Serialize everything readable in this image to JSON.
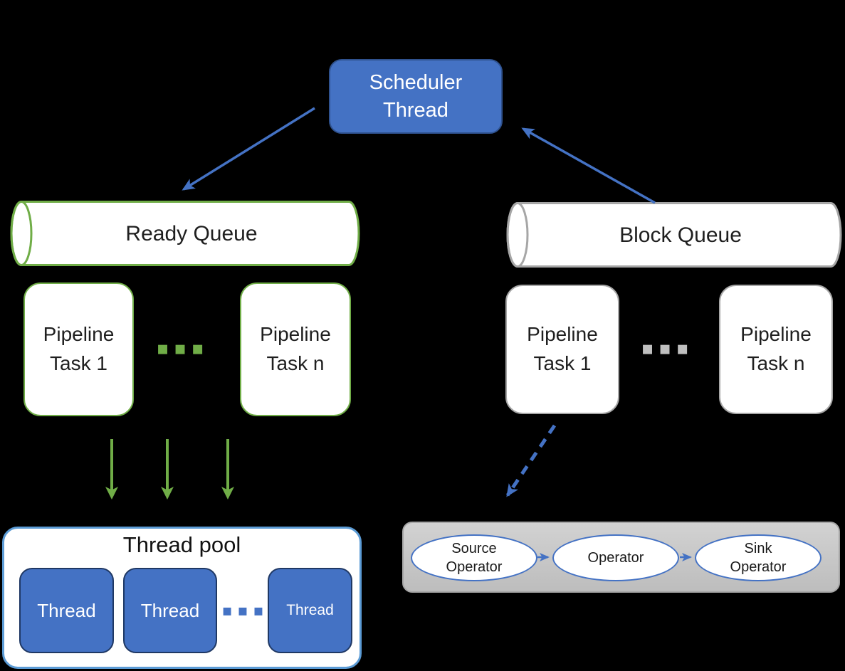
{
  "colors": {
    "bg": "#000000",
    "blue_fill": "#4472C4",
    "blue_border": "#2F528F",
    "thread_border": "#1F3864",
    "green": "#70AD47",
    "gray_border": "#A6A6A6",
    "light_blue": "#5B9BD5",
    "container_gray": "#C9C9C9",
    "text_dark": "#1f1f1f"
  },
  "scheduler": {
    "label": "Scheduler Thread"
  },
  "ready_queue": {
    "label": "Ready Queue",
    "ellipsis": "▪▪▪",
    "tasks": [
      {
        "label": "Pipeline Task 1"
      },
      {
        "label": "Pipeline Task n"
      }
    ]
  },
  "block_queue": {
    "label": "Block Queue",
    "ellipsis": "▪▪▪",
    "tasks": [
      {
        "label": "Pipeline Task 1"
      },
      {
        "label": "Pipeline Task n"
      }
    ]
  },
  "thread_pool": {
    "title": "Thread pool",
    "ellipsis": "▪▪▪",
    "threads": [
      "Thread",
      "Thread",
      "Thread"
    ]
  },
  "operator_chain": {
    "operators": [
      "Source Operator",
      "Operator",
      "Sink Operator"
    ]
  }
}
